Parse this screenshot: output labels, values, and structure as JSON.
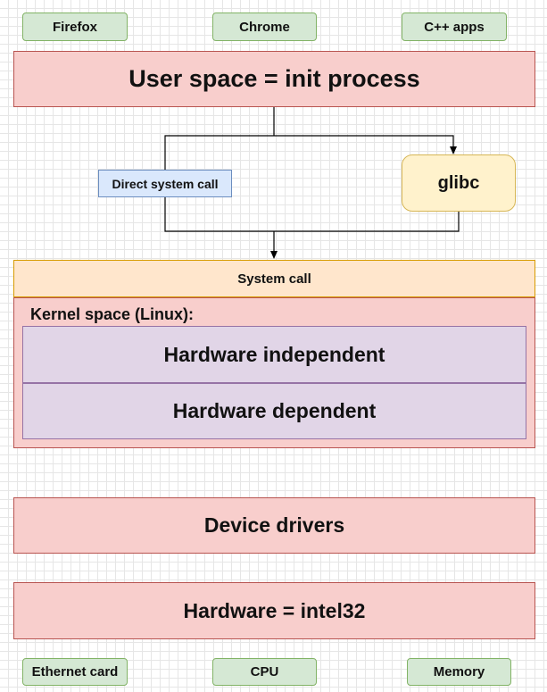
{
  "apps": {
    "firefox": "Firefox",
    "chrome": "Chrome",
    "cpp_apps": "C++ apps"
  },
  "user_space": "User space = init process",
  "direct_system_call": "Direct system call",
  "glibc": "glibc",
  "system_call": "System call",
  "kernel": {
    "label": "Kernel space (Linux):",
    "hw_independent": "Hardware independent",
    "hw_dependent": "Hardware dependent"
  },
  "device_drivers": "Device drivers",
  "hardware": "Hardware = intel32",
  "components": {
    "ethernet": "Ethernet card",
    "cpu": "CPU",
    "memory": "Memory"
  }
}
